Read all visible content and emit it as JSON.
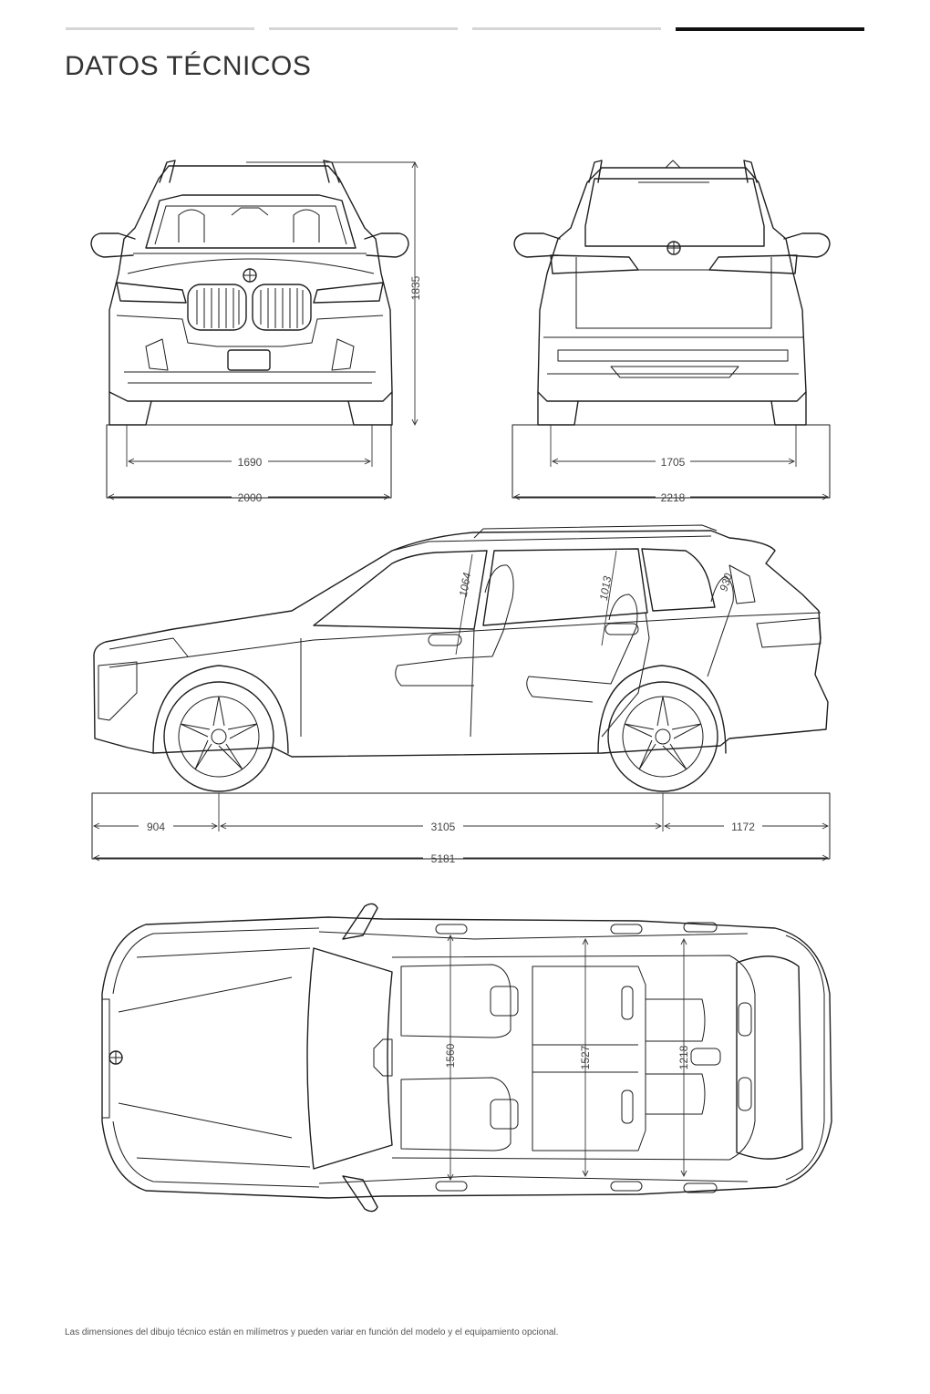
{
  "header": {
    "tabs": [
      "",
      "",
      "",
      ""
    ],
    "active_tab": 3,
    "title": "DATOS TÉCNICOS"
  },
  "front_view": {
    "height": "1835",
    "front_track": "1690",
    "width": "2000"
  },
  "rear_view": {
    "rear_track": "1705",
    "width_with_mirrors": "2218"
  },
  "side_view": {
    "headroom_front": "1064",
    "headroom_second_row": "1013",
    "headroom_third_row": "930",
    "front_overhang": "904",
    "wheelbase": "3105",
    "rear_overhang": "1172",
    "overall_length": "5181"
  },
  "top_view": {
    "shoulder_width_front": "1560",
    "shoulder_width_second_row": "1527",
    "shoulder_width_third_row": "1218"
  },
  "footnote": "Las dimensiones del dibujo técnico están en milímetros y pueden variar en función del modelo y el equipamiento opcional."
}
